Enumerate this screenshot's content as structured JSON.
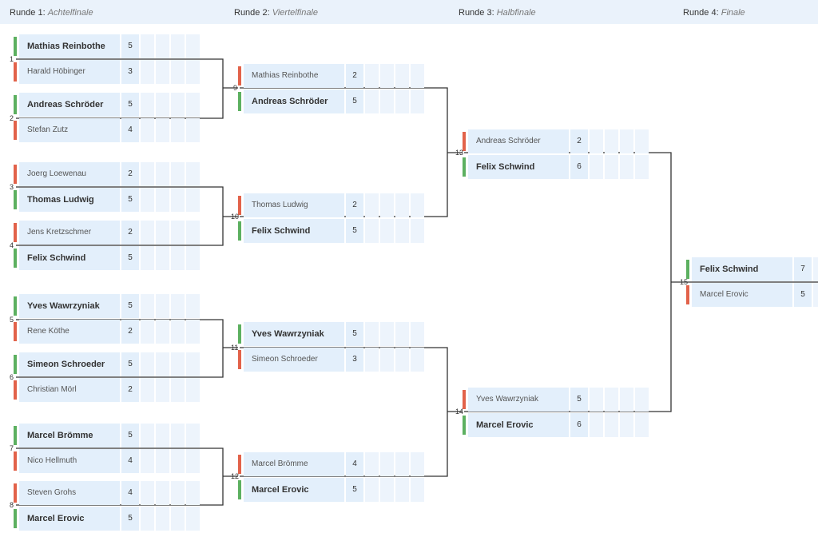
{
  "rounds": [
    {
      "label": "Runde 1:",
      "sub": "Achtelfinale"
    },
    {
      "label": "Runde 2:",
      "sub": "Viertelfinale"
    },
    {
      "label": "Runde 3:",
      "sub": "Halbfinale"
    },
    {
      "label": "Runde 4:",
      "sub": "Finale"
    }
  ],
  "matches": [
    {
      "number": "1",
      "p1": {
        "name": "Mathias Reinbothe",
        "score": "5",
        "winner": true
      },
      "p2": {
        "name": "Harald Höbinger",
        "score": "3",
        "winner": false
      }
    },
    {
      "number": "2",
      "p1": {
        "name": "Andreas Schröder",
        "score": "5",
        "winner": true
      },
      "p2": {
        "name": "Stefan Zutz",
        "score": "4",
        "winner": false
      }
    },
    {
      "number": "3",
      "p1": {
        "name": "Joerg Loewenau",
        "score": "2",
        "winner": false
      },
      "p2": {
        "name": "Thomas Ludwig",
        "score": "5",
        "winner": true
      }
    },
    {
      "number": "4",
      "p1": {
        "name": "Jens Kretzschmer",
        "score": "2",
        "winner": false
      },
      "p2": {
        "name": "Felix Schwind",
        "score": "5",
        "winner": true
      }
    },
    {
      "number": "5",
      "p1": {
        "name": "Yves Wawrzyniak",
        "score": "5",
        "winner": true
      },
      "p2": {
        "name": "Rene Köthe",
        "score": "2",
        "winner": false
      }
    },
    {
      "number": "6",
      "p1": {
        "name": "Simeon Schroeder",
        "score": "5",
        "winner": true
      },
      "p2": {
        "name": "Christian Mörl",
        "score": "2",
        "winner": false
      }
    },
    {
      "number": "7",
      "p1": {
        "name": "Marcel Brömme",
        "score": "5",
        "winner": true
      },
      "p2": {
        "name": "Nico Hellmuth",
        "score": "4",
        "winner": false
      }
    },
    {
      "number": "8",
      "p1": {
        "name": "Steven Grohs",
        "score": "4",
        "winner": false
      },
      "p2": {
        "name": "Marcel Erovic",
        "score": "5",
        "winner": true
      }
    },
    {
      "number": "9",
      "p1": {
        "name": "Mathias Reinbothe",
        "score": "2",
        "winner": false
      },
      "p2": {
        "name": "Andreas Schröder",
        "score": "5",
        "winner": true
      }
    },
    {
      "number": "10",
      "p1": {
        "name": "Thomas Ludwig",
        "score": "2",
        "winner": false
      },
      "p2": {
        "name": "Felix Schwind",
        "score": "5",
        "winner": true
      }
    },
    {
      "number": "11",
      "p1": {
        "name": "Yves Wawrzyniak",
        "score": "5",
        "winner": true
      },
      "p2": {
        "name": "Simeon Schroeder",
        "score": "3",
        "winner": false
      }
    },
    {
      "number": "12",
      "p1": {
        "name": "Marcel Brömme",
        "score": "4",
        "winner": false
      },
      "p2": {
        "name": "Marcel Erovic",
        "score": "5",
        "winner": true
      }
    },
    {
      "number": "13",
      "p1": {
        "name": "Andreas Schröder",
        "score": "2",
        "winner": false
      },
      "p2": {
        "name": "Felix Schwind",
        "score": "6",
        "winner": true
      }
    },
    {
      "number": "14",
      "p1": {
        "name": "Yves Wawrzyniak",
        "score": "5",
        "winner": false
      },
      "p2": {
        "name": "Marcel Erovic",
        "score": "6",
        "winner": true
      }
    },
    {
      "number": "15",
      "p1": {
        "name": "Felix Schwind",
        "score": "7",
        "winner": true
      },
      "p2": {
        "name": "Marcel Erovic",
        "score": "5",
        "winner": false
      }
    }
  ],
  "colors": {
    "winner": "#5cb060",
    "loser": "#e2624a",
    "cell": "#e3effb",
    "header": "#eaf2fb"
  }
}
